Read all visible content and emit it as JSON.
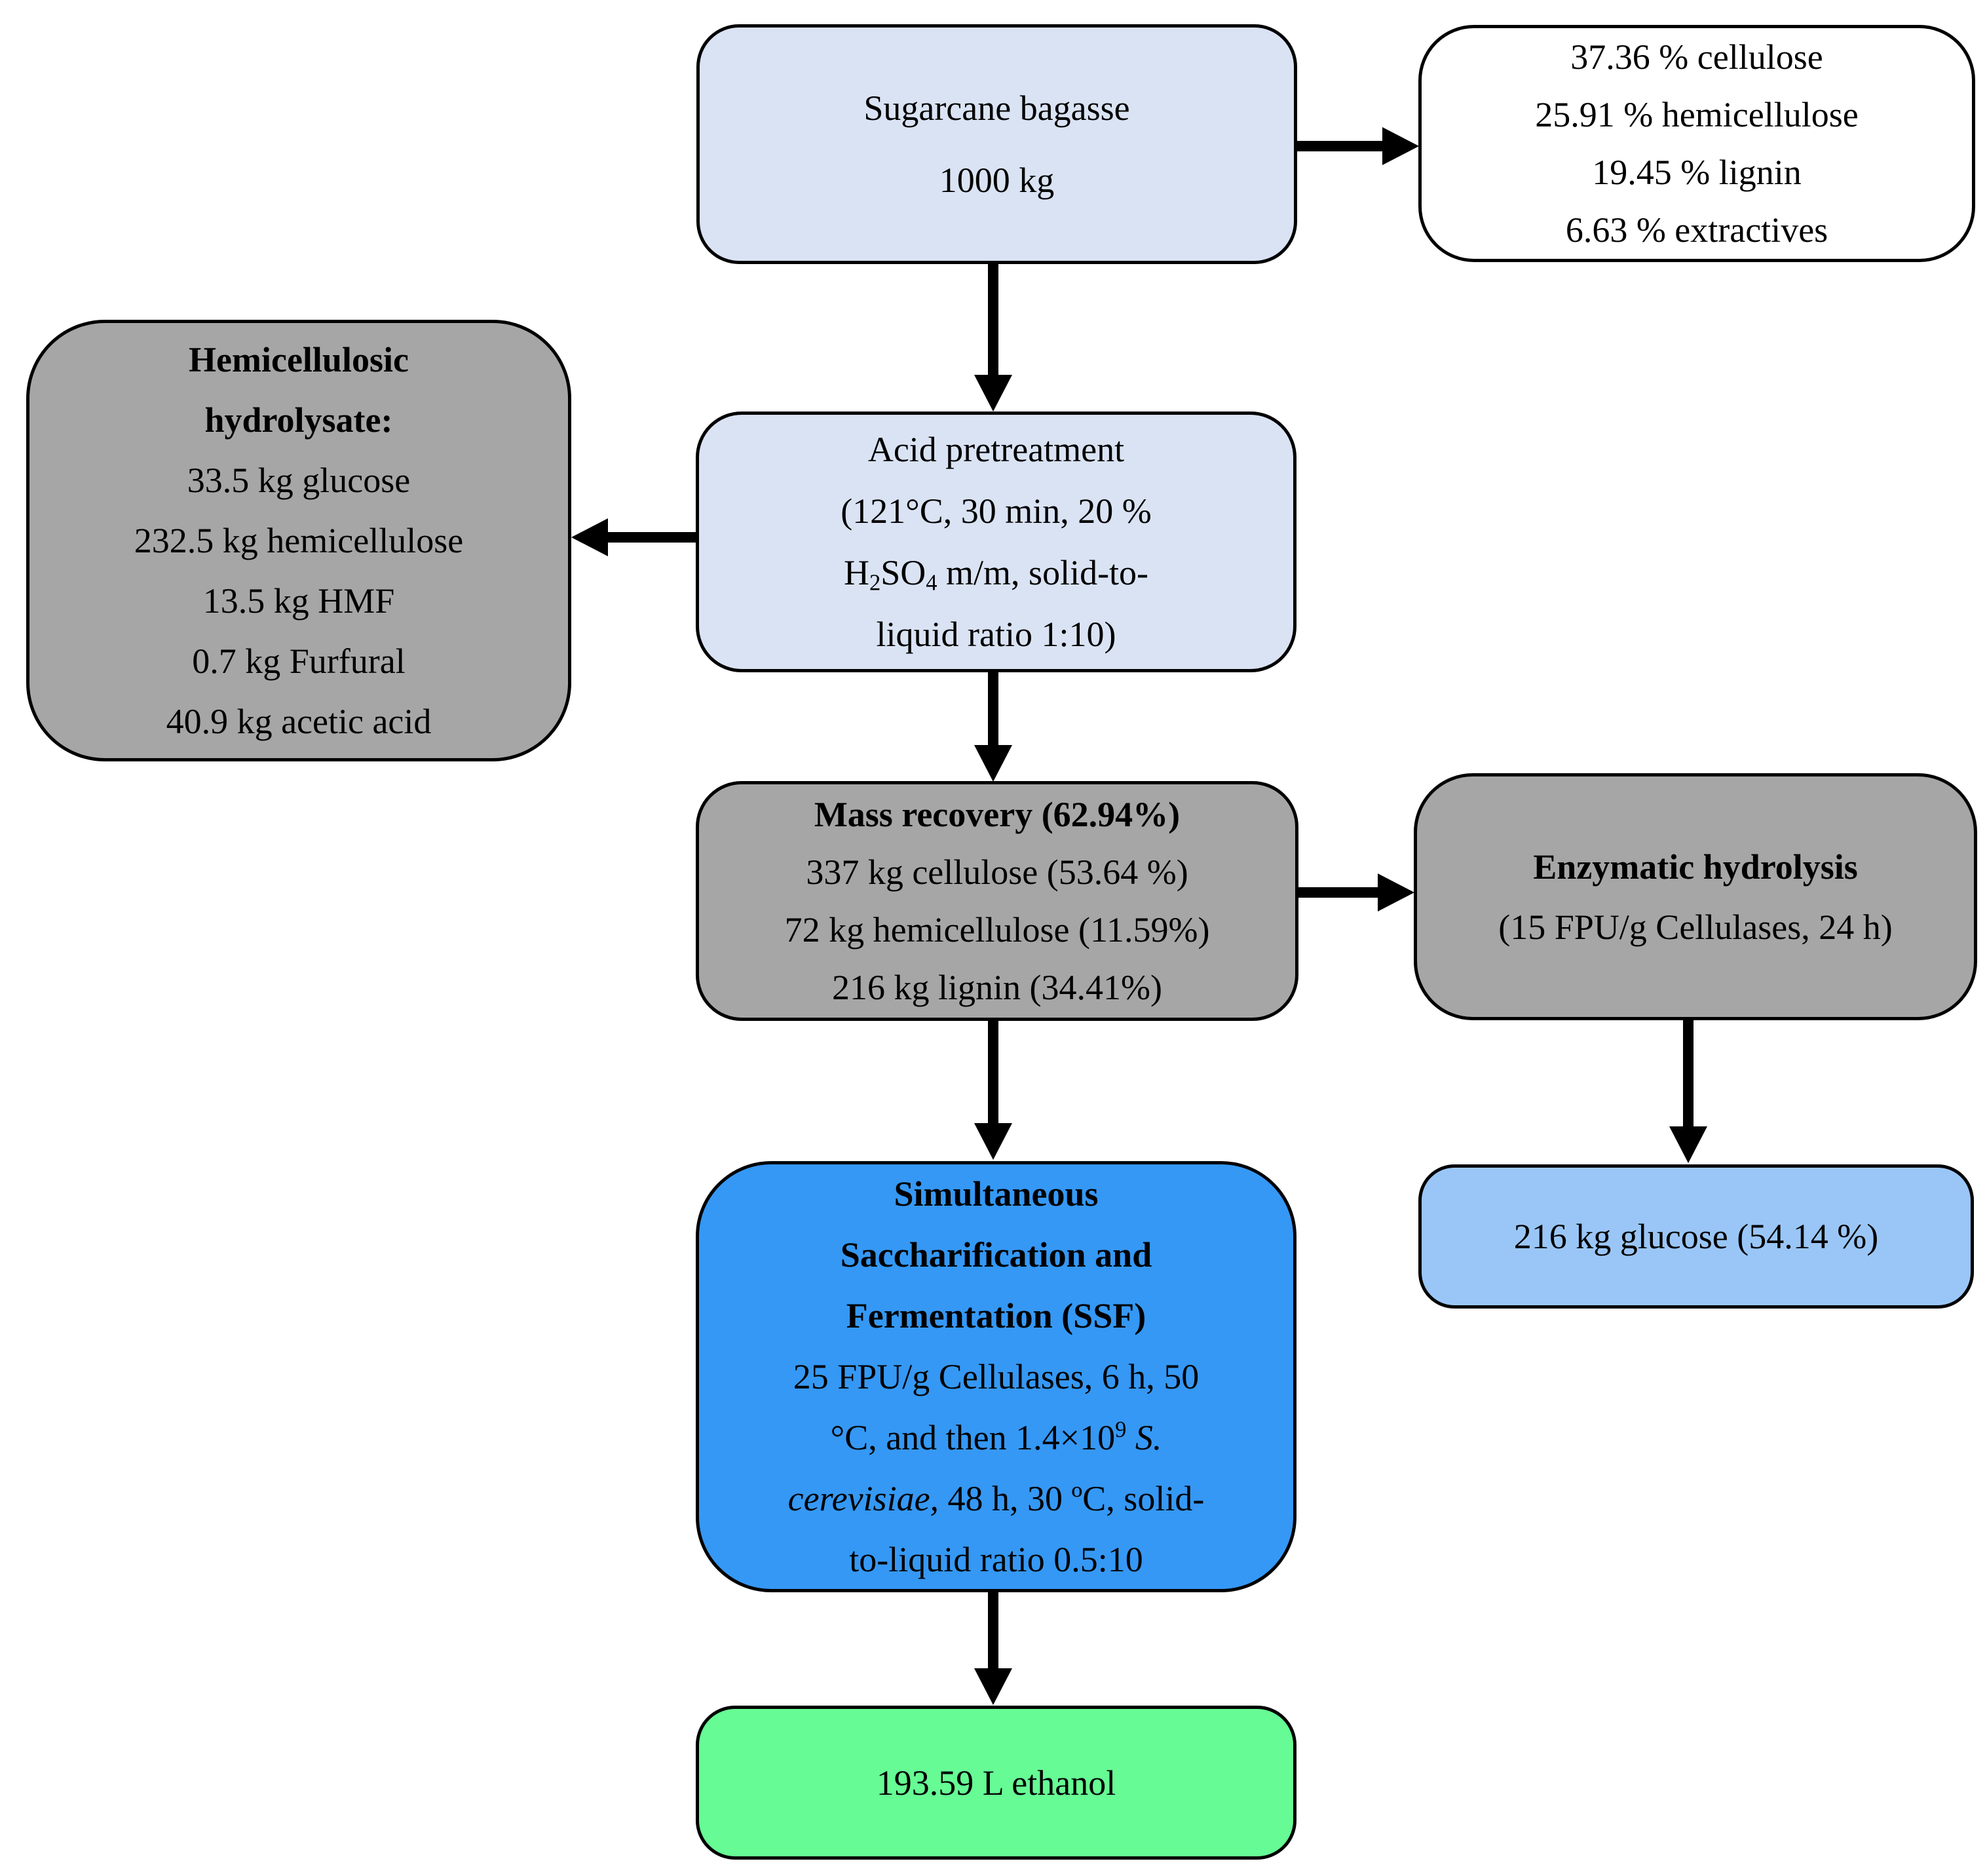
{
  "figure": {
    "boxes": {
      "bagasse": {
        "line1": "Sugarcane bagasse",
        "line2": "1000 kg"
      },
      "composition": {
        "line1": "37.36 % cellulose",
        "line2": "25.91 % hemicellulose",
        "line3": "19.45 % lignin",
        "line4": "6.63 % extractives"
      },
      "hemicellulosic": {
        "title1": "Hemicellulosic",
        "title2": "hydrolysate:",
        "line1": "33.5 kg glucose",
        "line2": "232.5 kg hemicellulose",
        "line3": "13.5 kg HMF",
        "line4": "0.7 kg Furfural",
        "line5": "40.9 kg acetic acid"
      },
      "acid": {
        "line1": "Acid pretreatment",
        "line2": "(121°C, 30 min, 20 %",
        "line3_h": "H",
        "line3_sub2": "2",
        "line3_so": "SO",
        "line3_sub4": "4",
        "line3_rest": " m/m, solid-to-",
        "line4": "liquid ratio 1:10)"
      },
      "mass": {
        "title": "Mass recovery (62.94%)",
        "line1": "337 kg cellulose (53.64 %)",
        "line2": "72 kg hemicellulose (11.59%)",
        "line3": "216 kg lignin (34.41%)"
      },
      "enzymatic": {
        "title": "Enzymatic hydrolysis",
        "line1": "(15 FPU/g Cellulases, 24 h)"
      },
      "glucose": {
        "line1": "216 kg glucose (54.14 %)"
      },
      "ssf": {
        "title1": "Simultaneous",
        "title2": "Saccharification and",
        "title3": "Fermentation (SSF)",
        "line1": "25 FPU/g Cellulases, 6 h, 50",
        "line2_a": "°C, and then 1.4×10",
        "line2_sup": "9",
        "line2_b": " ",
        "line2_i": "S.",
        "line3_i": "cerevisiae,",
        "line3_rest": " 48 h, 30 ºC, solid-",
        "line4": "to-liquid ratio 0.5:10"
      },
      "ethanol": {
        "line1": "193.59 L ethanol"
      }
    },
    "colors": {
      "light_blue": "#DAE3F3",
      "gray": "#A6A6A6",
      "white": "#FFFFFF",
      "blue": "#3598F5",
      "light_azure": "#9AC6F7",
      "green": "#66FB94",
      "border": "#000000",
      "arrow": "#000000"
    }
  }
}
